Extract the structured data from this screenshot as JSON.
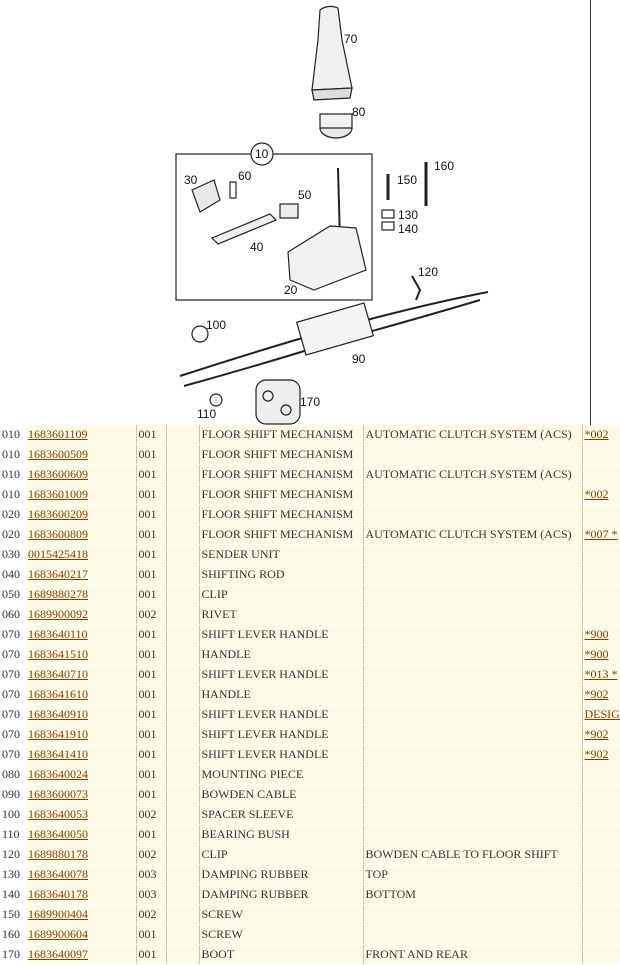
{
  "diagram": {
    "callouts": [
      "70",
      "80",
      "10",
      "30",
      "60",
      "50",
      "40",
      "20",
      "150",
      "160",
      "130",
      "140",
      "120",
      "100",
      "90",
      "110",
      "170"
    ]
  },
  "parts": [
    {
      "pos": "010",
      "part": "1683601109",
      "qty": "001",
      "desc": "FLOOR SHIFT MECHANISM",
      "note": "AUTOMATIC CLUTCH SYSTEM (ACS)",
      "fn": "*002"
    },
    {
      "pos": "010",
      "part": "1683600509",
      "qty": "001",
      "desc": "FLOOR SHIFT MECHANISM",
      "note": "",
      "fn": ""
    },
    {
      "pos": "010",
      "part": "1683600609",
      "qty": "001",
      "desc": "FLOOR SHIFT MECHANISM",
      "note": "AUTOMATIC CLUTCH SYSTEM (ACS)",
      "fn": ""
    },
    {
      "pos": "010",
      "part": "1683601009",
      "qty": "001",
      "desc": "FLOOR SHIFT MECHANISM",
      "note": "",
      "fn": "*002"
    },
    {
      "pos": "020",
      "part": "1683600209",
      "qty": "001",
      "desc": "FLOOR SHIFT MECHANISM",
      "note": "",
      "fn": ""
    },
    {
      "pos": "020",
      "part": "1683600809",
      "qty": "001",
      "desc": "FLOOR SHIFT MECHANISM",
      "note": "AUTOMATIC CLUTCH SYSTEM (ACS)",
      "fn": "*007 *"
    },
    {
      "pos": "030",
      "part": "0015425418",
      "qty": "001",
      "desc": "SENDER UNIT",
      "note": "",
      "fn": ""
    },
    {
      "pos": "040",
      "part": "1683640217",
      "qty": "001",
      "desc": "SHIFTING ROD",
      "note": "",
      "fn": ""
    },
    {
      "pos": "050",
      "part": "1689880278",
      "qty": "001",
      "desc": "CLIP",
      "note": "",
      "fn": ""
    },
    {
      "pos": "060",
      "part": "1689900092",
      "qty": "002",
      "desc": "RIVET",
      "note": "",
      "fn": ""
    },
    {
      "pos": "070",
      "part": "1683640110",
      "qty": "001",
      "desc": "SHIFT LEVER HANDLE",
      "note": "",
      "fn": "*900"
    },
    {
      "pos": "070",
      "part": "1683641510",
      "qty": "001",
      "desc": "HANDLE",
      "note": "",
      "fn": "*900"
    },
    {
      "pos": "070",
      "part": "1683640710",
      "qty": "001",
      "desc": "SHIFT LEVER HANDLE",
      "note": "",
      "fn": "*013 *"
    },
    {
      "pos": "070",
      "part": "1683641610",
      "qty": "001",
      "desc": "HANDLE",
      "note": "",
      "fn": "*902"
    },
    {
      "pos": "070",
      "part": "1683640910",
      "qty": "001",
      "desc": "SHIFT LEVER HANDLE",
      "note": "",
      "fn": "DESIG"
    },
    {
      "pos": "070",
      "part": "1683641910",
      "qty": "001",
      "desc": "SHIFT LEVER HANDLE",
      "note": "",
      "fn": "*902"
    },
    {
      "pos": "070",
      "part": "1683641410",
      "qty": "001",
      "desc": "SHIFT LEVER HANDLE",
      "note": "",
      "fn": "*902"
    },
    {
      "pos": "080",
      "part": "1683640024",
      "qty": "001",
      "desc": "MOUNTING PIECE",
      "note": "",
      "fn": ""
    },
    {
      "pos": "090",
      "part": "1683600073",
      "qty": "001",
      "desc": "BOWDEN CABLE",
      "note": "",
      "fn": ""
    },
    {
      "pos": "100",
      "part": "1683640053",
      "qty": "002",
      "desc": "SPACER SLEEVE",
      "note": "",
      "fn": ""
    },
    {
      "pos": "110",
      "part": "1683640050",
      "qty": "001",
      "desc": "BEARING BUSH",
      "note": "",
      "fn": ""
    },
    {
      "pos": "120",
      "part": "1689880178",
      "qty": "002",
      "desc": "CLIP",
      "note": "BOWDEN CABLE TO FLOOR SHIFT",
      "fn": ""
    },
    {
      "pos": "130",
      "part": "1683640078",
      "qty": "003",
      "desc": "DAMPING RUBBER",
      "note": "TOP",
      "fn": ""
    },
    {
      "pos": "140",
      "part": "1683640178",
      "qty": "003",
      "desc": "DAMPING RUBBER",
      "note": "BOTTOM",
      "fn": ""
    },
    {
      "pos": "150",
      "part": "1689900404",
      "qty": "002",
      "desc": "SCREW",
      "note": "",
      "fn": ""
    },
    {
      "pos": "160",
      "part": "1689900604",
      "qty": "001",
      "desc": "SCREW",
      "note": "",
      "fn": ""
    },
    {
      "pos": "170",
      "part": "1683640097",
      "qty": "001",
      "desc": "BOOT",
      "note": "FRONT AND REAR",
      "fn": ""
    }
  ]
}
